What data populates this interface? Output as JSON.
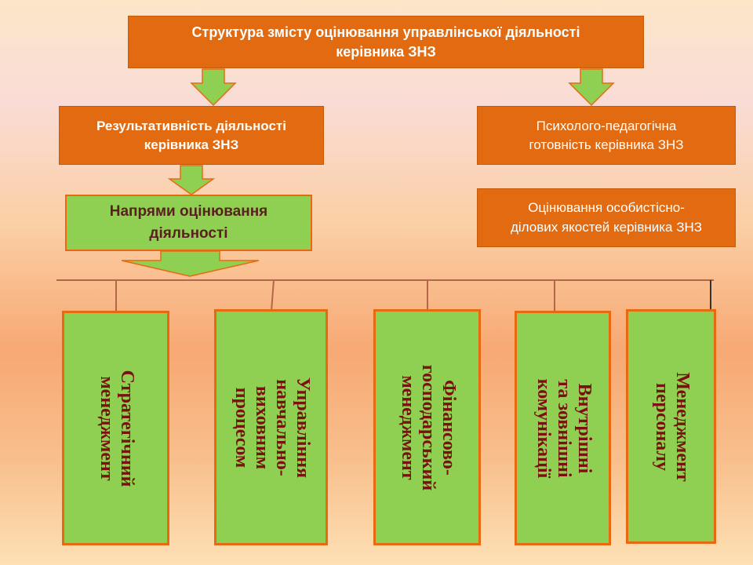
{
  "title": "Структура змісту оцінювання управлінської діяльності\nкерівника ЗНЗ",
  "left_branch": "Результативність діяльності\nкерівника ЗНЗ",
  "right_branch_1": "Психолого-педагогічна\nготовність керівника ЗНЗ",
  "right_branch_2": "Оцінювання особистісно-\nділових якостей керівника ЗНЗ",
  "directions": "Напрями оцінювання\nдіяльності",
  "columns": [
    "Стратегічний\nменеджмент",
    "Управління\nнавчально-\nвиховним процесом",
    "Фінансово-\nгосподарський\nменеджмент",
    "Внутрішні та зовнішні\nкомунікації",
    "Менеджмент\nперсоналу"
  ],
  "colors": {
    "box_orange": "#e26a10",
    "box_green": "#8fd052",
    "column_text": "#7a1010"
  }
}
